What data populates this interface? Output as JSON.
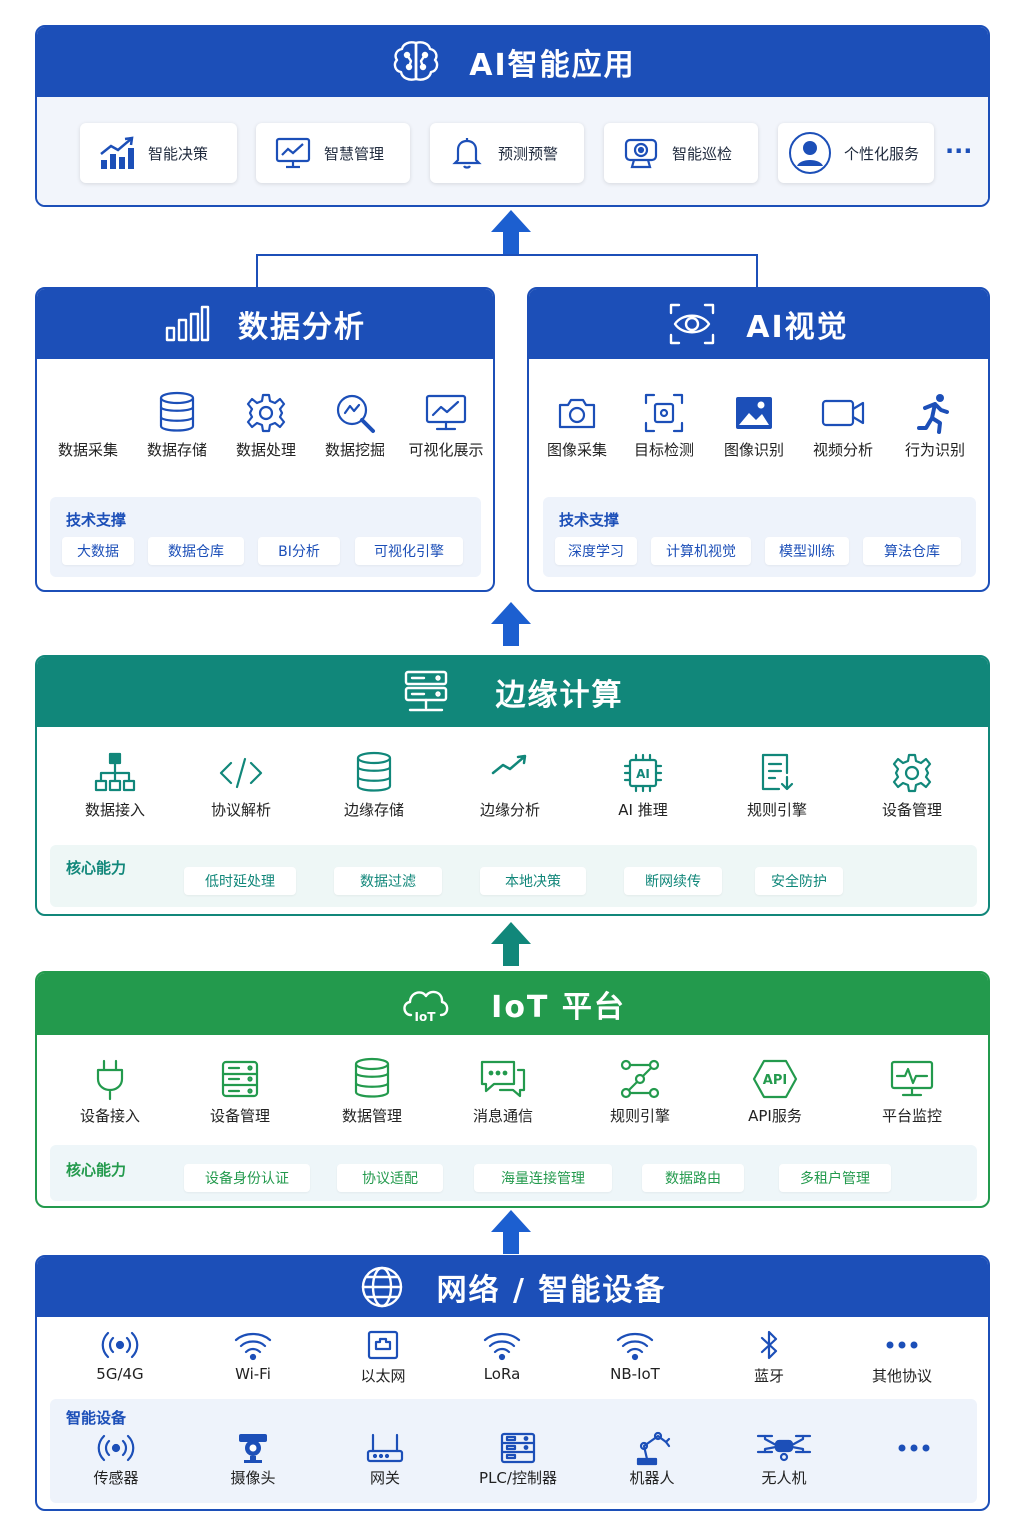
{
  "ai_app": {
    "title": "AI智能应用",
    "cards": [
      "智能决策",
      "智慧管理",
      "预测预警",
      "智能巡检",
      "个性化服务"
    ],
    "more": "···"
  },
  "data_analysis": {
    "title": "数据分析",
    "items": [
      "数据采集",
      "数据存储",
      "数据处理",
      "数据挖掘",
      "可视化展示"
    ],
    "support_label": "技术支撑",
    "chips": [
      "大数据",
      "数据仓库",
      "BI分析",
      "可视化引擎"
    ]
  },
  "ai_vision": {
    "title": "AI视觉",
    "items": [
      "图像采集",
      "目标检测",
      "图像识别",
      "视频分析",
      "行为识别"
    ],
    "support_label": "技术支撑",
    "chips": [
      "深度学习",
      "计算机视觉",
      "模型训练",
      "算法仓库"
    ]
  },
  "edge": {
    "title": "边缘计算",
    "items": [
      "数据接入",
      "协议解析",
      "边缘存储",
      "边缘分析",
      "AI 推理",
      "规则引擎",
      "设备管理"
    ],
    "core_label": "核心能力",
    "chips": [
      "低时延处理",
      "数据过滤",
      "本地决策",
      "断网续传",
      "安全防护"
    ]
  },
  "iot": {
    "title": "IoT 平台",
    "items": [
      "设备接入",
      "设备管理",
      "数据管理",
      "消息通信",
      "规则引擎",
      "API服务",
      "平台监控"
    ],
    "core_label": "核心能力",
    "chips": [
      "设备身份认证",
      "协议适配",
      "海量连接管理",
      "数据路由",
      "多租户管理"
    ]
  },
  "network": {
    "title": "网络 / 智能设备",
    "protocols": [
      "5G/4G",
      "Wi-Fi",
      "以太网",
      "LoRa",
      "NB-IoT",
      "蓝牙",
      "其他协议"
    ],
    "devices_label": "智能设备",
    "devices": [
      "传感器",
      "摄像头",
      "网关",
      "PLC/控制器",
      "机器人",
      "无人机"
    ],
    "more": "···"
  },
  "colors": {
    "blue": "#1c4fb8",
    "teal": "#11877a",
    "green": "#239a4d"
  }
}
